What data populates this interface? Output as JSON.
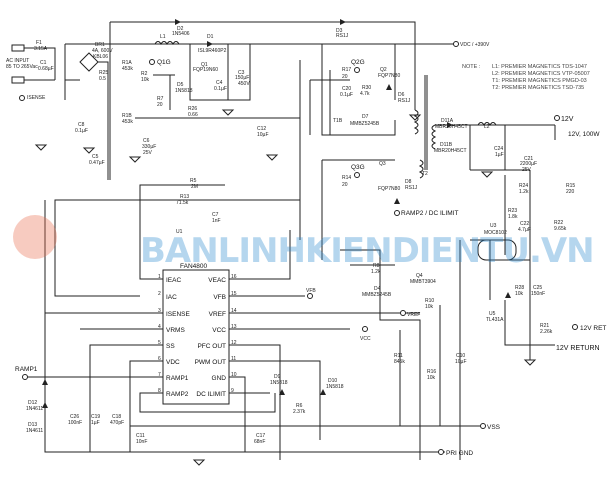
{
  "title_ic": "FAN4800",
  "ic_ref": "U1",
  "ic_pins_left": [
    "IEAC",
    "IAC",
    "ISENSE",
    "VRMS",
    "SS",
    "VDC",
    "RAMP1",
    "RAMP2"
  ],
  "ic_pins_right": [
    "VEAC",
    "VFB",
    "VREF",
    "VCC",
    "PFC OUT",
    "PWM OUT",
    "GND",
    "DC ILIMIT"
  ],
  "ic_pin_numbers_left": [
    "1",
    "2",
    "3",
    "4",
    "5",
    "6",
    "7",
    "8"
  ],
  "ic_pin_numbers_right": [
    "16",
    "15",
    "14",
    "13",
    "12",
    "11",
    "10",
    "9"
  ],
  "terminals": {
    "ac_input": "AC INPUT",
    "ac_range": "85 TO 265Vac",
    "isense": "ISENSE",
    "q1g": "Q1G",
    "q2g": "Q2G",
    "q3g": "Q3G",
    "vdc": "VDC / +390V",
    "out12": "12V",
    "out12_load": "12V, 100W",
    "ramp2": "RAMP2 / DC ILIMIT",
    "vfb": "VFB",
    "vref": "VREF",
    "vcc": "VCC",
    "ramp1": "RAMP1",
    "vss": "VSS",
    "pri_gnd": "PRI GND",
    "ret12": "12V RET",
    "return12": "12V RETURN"
  },
  "notes": {
    "label": "NOTE :",
    "lines": [
      "L1: PREMIER MAGNETICS TDS-1047",
      "L2: PREMIER MAGNETICS VTP-05007",
      "T1: PREMIER MAGNETICS PMGD-03",
      "T2: PREMIER MAGNETICS TSD-735"
    ]
  },
  "components": {
    "f1": "F1",
    "f1v": "3.15A",
    "c1": "C1",
    "c1v": "0.68µF",
    "br1": "BR1",
    "br1v": "4A, 600V",
    "br1p": "KBL06",
    "l1": "L1",
    "d2": "D2",
    "d2v": "1N5406",
    "d1": "D1",
    "d1v": "ISL9R460P2",
    "q1": "Q1",
    "q1v": "FQP19N60",
    "c4": "C4",
    "c4v": "0.1µF",
    "c3": "C3",
    "c3v": "150µF",
    "c3r": "450V",
    "r1a": "R1A",
    "r1av": "453k",
    "r2": "R2",
    "r2v": "10k",
    "r7": "R7",
    "r7v": "20",
    "d5": "D5",
    "d5v": "1N5818",
    "r26": "R26",
    "r26v": "0.66",
    "r25": "R25",
    "r25v": "0.5",
    "r1b": "R1B",
    "r1bv": "453k",
    "c8": "C8",
    "c8v": "0.1µF",
    "c5": "C5",
    "c5v": "0.47µF",
    "c6": "C6",
    "c6v": "330µF",
    "c6r": "25V",
    "c12": "C12",
    "c12v": "10µF",
    "d3": "D3",
    "d3v": "RS1J",
    "q2": "Q2",
    "q2v": "FQP7N80",
    "d6": "D6",
    "d6v": "RS1J",
    "r17": "R17",
    "r17v": "20",
    "c20": "C20",
    "c20v": "0.1µF",
    "r30": "R30",
    "r30v": "4.7k",
    "t1b": "T1B",
    "d7": "D7",
    "d7v": "MMBZ5245B",
    "t2": "T2",
    "d11a": "D11A",
    "d11av": "MBR20H45CT",
    "d11b": "D11B",
    "d11bv": "MBR20H45CT",
    "l2": "L2",
    "c24": "C24",
    "c24v": "1µF",
    "c21": "C21",
    "c21v": "2200µF",
    "c21r": "25V",
    "q3": "Q3",
    "q3v": "FQP7N80",
    "d8": "D8",
    "d8v": "RS1J",
    "r14": "R14",
    "r14v": "20",
    "r24": "R24",
    "r24v": "1.2k",
    "r15": "R15",
    "r15v": "220",
    "r23": "R23",
    "r23v": "1.8k",
    "c22": "C22",
    "c22v": "4.7µF",
    "r22": "R22",
    "r22v": "9.65k",
    "u3": "U3",
    "u3v": "MOC8102",
    "r28": "R28",
    "r28v": "10k",
    "c25": "C25",
    "c25v": "150nF",
    "u5": "U5",
    "u5v": "TL431A",
    "r21": "R21",
    "r21v": "2.26k",
    "r5": "R5",
    "r5v": "2M",
    "r13": "R13",
    "r13v": "71.5k",
    "c7": "C7",
    "c7v": "1nF",
    "r8": "R8",
    "r8v": "1.2k",
    "q4": "Q4",
    "q4v": "MMBT3904",
    "d4": "D4",
    "d4v": "MMBZ5245B",
    "r10": "R10",
    "r10v": "10k",
    "c10": "C10",
    "c10v": "10µF",
    "r11": "R11",
    "r11v": "845k",
    "r16": "R16",
    "r16v": "10k",
    "d9": "D9",
    "d9v": "1N5818",
    "d10": "D10",
    "d10v": "1N5818",
    "c26": "C26",
    "c26v": "100nF",
    "c19": "C19",
    "c19v": "1µF",
    "c18": "C18",
    "c18v": "470pF",
    "c11": "C11",
    "c11v": "10nF",
    "c17": "C17",
    "c17v": "68nF",
    "d12": "D12",
    "d12v": "1N4611",
    "d13": "D13",
    "d13v": "1N4611",
    "r6": "R6",
    "r6v": "2.37k"
  },
  "watermark": "BANLINHKIENDIENTU.VN",
  "colors": {
    "wire": "#222222",
    "watermark": "#2e8bd0",
    "notes": "#444444"
  }
}
